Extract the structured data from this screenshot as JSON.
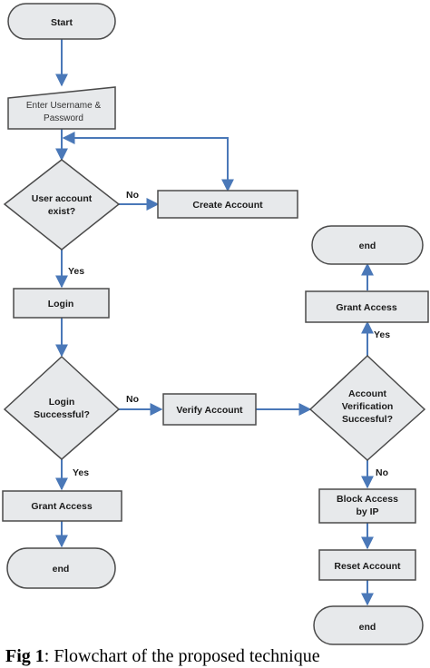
{
  "colors": {
    "fill": "#e7e9eb",
    "stroke": "#4b4b4b",
    "arrow": "#4a78b8"
  },
  "nodes": {
    "start": "Start",
    "enter_credentials_line1": "Enter Username &",
    "enter_credentials_line2": "Password",
    "user_account_exist_line1": "User account",
    "user_account_exist_line2": "exist?",
    "create_account": "Create Account",
    "login": "Login",
    "login_successful_line1": "Login",
    "login_successful_line2": "Successful?",
    "verify_account": "Verify Account",
    "account_verification_line1": "Account",
    "account_verification_line2": "Verification",
    "account_verification_line3": "Succesful?",
    "grant_access_left": "Grant Access",
    "grant_access_right": "Grant Access",
    "end_left": "end",
    "end_top_right": "end",
    "block_access_line1": "Block Access",
    "block_access_line2": "by IP",
    "reset_account": "Reset Account",
    "end_bottom_right": "end"
  },
  "edge_labels": {
    "no_user": "No",
    "yes_user": "Yes",
    "no_login": "No",
    "yes_login": "Yes",
    "yes_verify": "Yes",
    "no_verify": "No"
  },
  "caption": {
    "label": "Fig 1",
    "text": ": Flowchart of the proposed technique"
  }
}
